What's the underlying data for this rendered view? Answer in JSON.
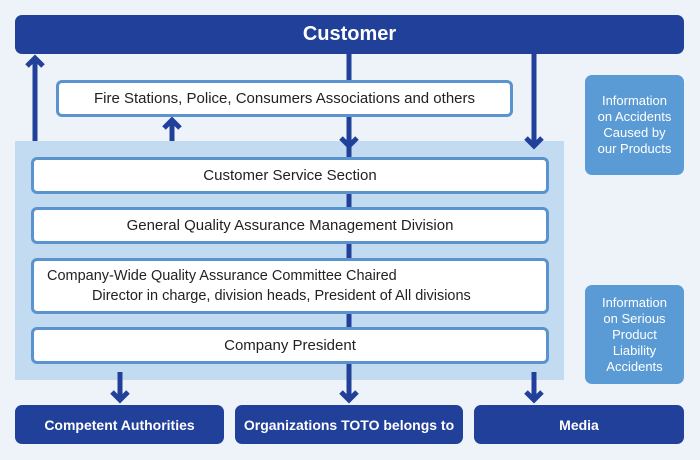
{
  "customer": "Customer",
  "outside_agencies": "Fire Stations, Police, Consumers Associations and others",
  "internal": {
    "customer_service": "Customer Service Section",
    "gqa_division": "General Quality Assurance Management Division",
    "committee_line1": "Company-Wide Quality Assurance Committee Chaired",
    "committee_line2": "Director in charge, division heads, President of All divisions",
    "president": "Company President"
  },
  "info_notes": {
    "accidents": "Information\non Accidents\nCaused by\nour Products",
    "serious": "Information\non Serious\nProduct\nLiability\nAccidents"
  },
  "destinations": {
    "authorities": "Competent Authorities",
    "organizations": "Organizations TOTO belongs to",
    "media": "Media"
  },
  "colors": {
    "dark": "#21409a",
    "panel": "#c2dbf0",
    "border": "#5b93cf",
    "info": "#5b9bd5"
  }
}
